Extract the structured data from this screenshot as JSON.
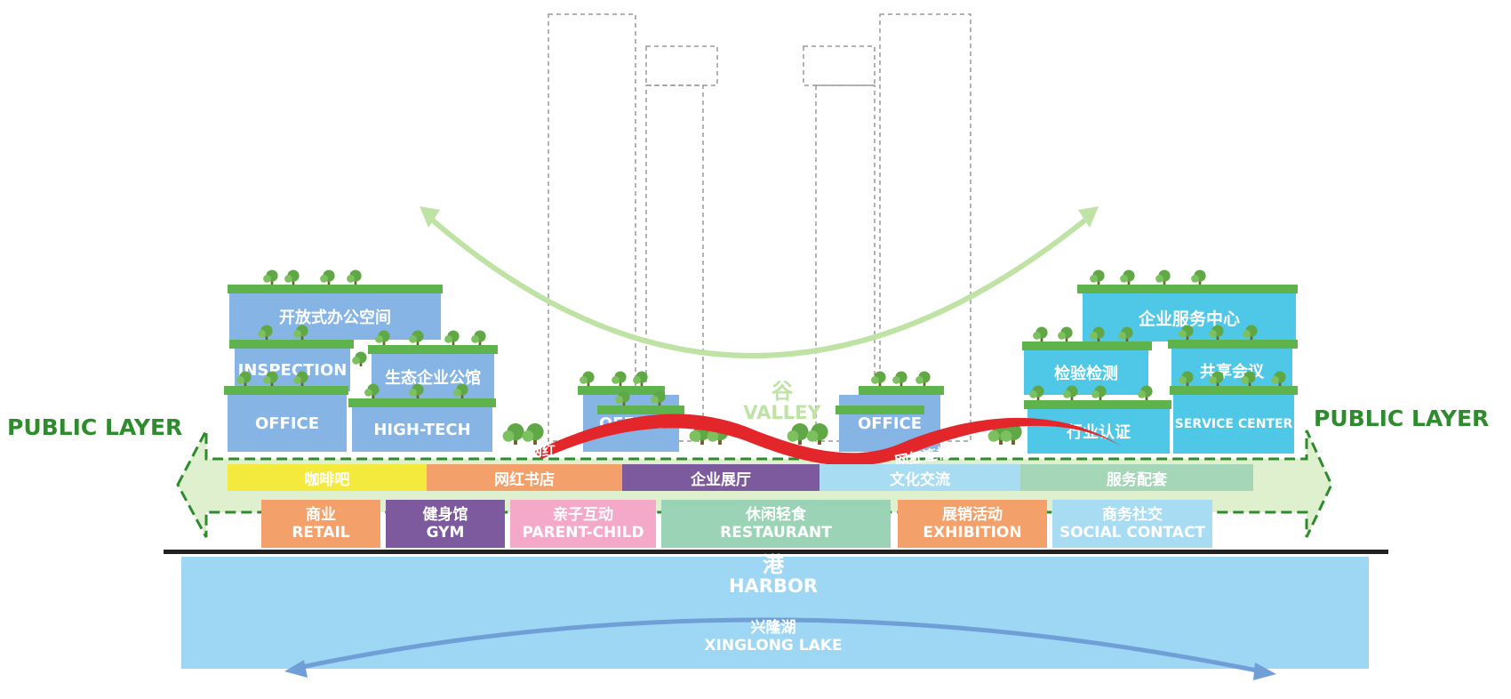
{
  "colors": {
    "building_blue": "#86b4e5",
    "building_cyan": "#4ec8e6",
    "roof_green": "#5fb34d",
    "public_layer_green": "#2e8b2e",
    "valley_arc": "#bfe3a4",
    "bridge_red": "#e3262a",
    "harbor_fill": "#9ed7f3",
    "lake_arc": "#6f9fd6"
  },
  "public_layer": {
    "left": "PUBLIC LAYER",
    "right": "PUBLIC LAYER"
  },
  "valley": {
    "cn": "谷",
    "en": "VALLEY"
  },
  "bridge": {
    "left_text": "红网红",
    "right_text": "网红连桥"
  },
  "left_buildings": {
    "open_office": "开放式办公空间",
    "inspection": "INSPECTION",
    "eco_enterprise": "生态企业公馆",
    "office": "OFFICE",
    "high_tech": "HIGH-TECH"
  },
  "center_buildings": {
    "left_office": "OFFICE",
    "right_office": "OFFICE"
  },
  "right_buildings": {
    "enterprise_service": "企业服务中心",
    "testing": "检验检测",
    "shared_meeting": "共享会议",
    "certification": "行业认证",
    "service_center": "SERVICE CENTER"
  },
  "upper_band": [
    {
      "label": "咖啡吧",
      "color": "#f3ea3d"
    },
    {
      "label": "网红书店",
      "color": "#f4a06a"
    },
    {
      "label": "企业展厅",
      "color": "#7d5a9e"
    },
    {
      "label": "文化交流",
      "color": "#a8dcf2"
    },
    {
      "label": "服务配套",
      "color": "#a6d6b8"
    }
  ],
  "lower_band": [
    {
      "cn": "商业",
      "en": "RETAIL",
      "color": "#f4a06a"
    },
    {
      "cn": "健身馆",
      "en": "GYM",
      "color": "#7d5a9e"
    },
    {
      "cn": "亲子互动",
      "en": "PARENT-CHILD",
      "color": "#f4a9c8"
    },
    {
      "cn": "休闲轻食",
      "en": "RESTAURANT",
      "color": "#9ad3b5"
    },
    {
      "cn": "展销活动",
      "en": "EXHIBITION",
      "color": "#f4a06a"
    },
    {
      "cn": "商务社交",
      "en": "SOCIAL CONTACT",
      "color": "#a8dcf2"
    }
  ],
  "harbor": {
    "cn": "港",
    "en": "HARBOR"
  },
  "lake": {
    "cn": "兴隆湖",
    "en": "XINGLONG LAKE"
  }
}
